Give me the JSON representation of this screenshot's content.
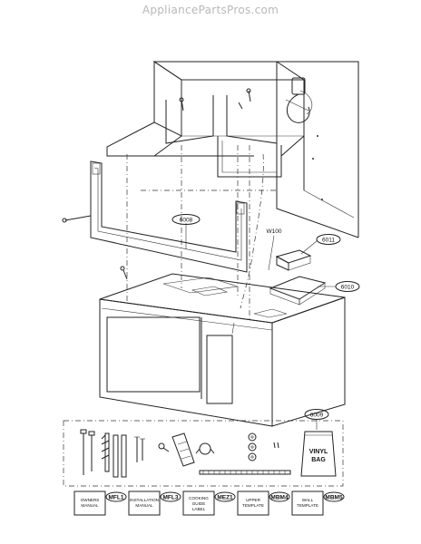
{
  "watermark": "AppliancePartsPros.com",
  "callouts": {
    "p6008": "6008",
    "w100": "W100",
    "p6011": "6011",
    "p6010": "6010",
    "p6009": "6009"
  },
  "bag_label": "VINYL BAG",
  "documents": [
    {
      "box": "OWNERS MANUAL",
      "code": "MFL1"
    },
    {
      "box": "INSTALLATION MANUAL",
      "code": "MFL3"
    },
    {
      "box": "COOKING GUIDE LABEL",
      "code": "MEZ1"
    },
    {
      "box": "UPPER TEMPLATE",
      "code": "MBM4"
    },
    {
      "box": "WALL TEMPLATE",
      "code": "MBM5"
    }
  ]
}
